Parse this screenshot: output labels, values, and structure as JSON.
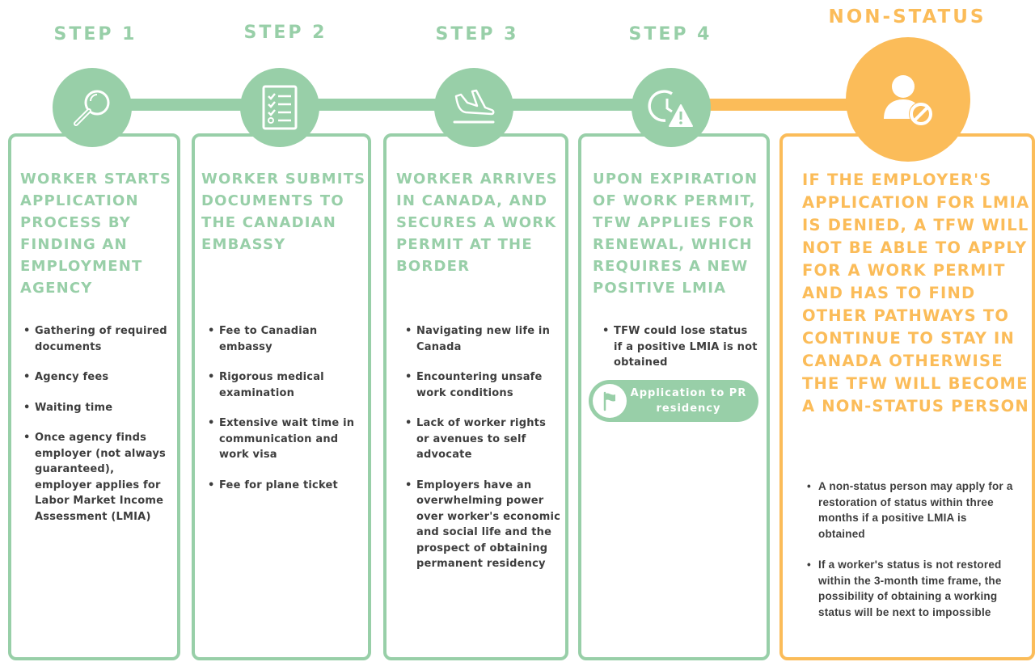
{
  "colors": {
    "green": "#98cfa8",
    "orange": "#fbbc59",
    "text": "#3d3d3d"
  },
  "steps": [
    {
      "title": "STEP 1",
      "icon": "magnifying-glass-icon",
      "heading": "WORKER STARTS APPLICATION PROCESS BY FINDING AN EMPLOYMENT AGENCY",
      "bullets": [
        "Gathering of required documents",
        "Agency fees",
        "Waiting time",
        "Once agency finds employer (not always guaranteed), employer applies for Labor Market Income Assessment (LMIA)"
      ]
    },
    {
      "title": "STEP 2",
      "icon": "checklist-icon",
      "heading": "WORKER SUBMITS DOCUMENTS TO THE CANADIAN EMBASSY",
      "bullets": [
        "Fee to Canadian embassy",
        "Rigorous medical examination",
        "Extensive wait time in communication and work visa",
        "Fee for plane ticket"
      ]
    },
    {
      "title": "STEP 3",
      "icon": "airplane-landing-icon",
      "heading": "WORKER ARRIVES IN CANADA, AND SECURES A WORK PERMIT AT THE BORDER",
      "bullets": [
        "Navigating new life in Canada",
        "Encountering unsafe work conditions",
        "Lack of worker rights or avenues to self advocate",
        "Employers have an overwhelming power over worker's economic and social life and the prospect of obtaining permanent residency"
      ]
    },
    {
      "title": "STEP 4",
      "icon": "clock-warning-icon",
      "heading": "UPON EXPIRATION OF WORK PERMIT, TFW APPLIES FOR RENEWAL, WHICH REQUIRES A NEW POSITIVE LMIA",
      "bullets": [
        "TFW could lose status if a positive LMIA is not obtained"
      ],
      "pill_label": "Application to PR residency",
      "pill_icon": "flag-icon"
    },
    {
      "title": "NON-STATUS",
      "icon": "user-blocked-icon",
      "heading": "IF THE EMPLOYER'S APPLICATION FOR LMIA IS DENIED, A TFW WILL NOT BE ABLE TO APPLY FOR A WORK PERMIT AND HAS TO FIND OTHER PATHWAYS TO CONTINUE TO STAY IN CANADA OTHERWISE THE TFW WILL BECOME A NON-STATUS PERSON",
      "bullets": [
        "A non-status person may apply for a restoration of status within three months if a positive LMIA is obtained",
        "If a worker's status is not restored within the 3-month time frame, the possibility of obtaining a working status will be next to impossible"
      ]
    }
  ]
}
